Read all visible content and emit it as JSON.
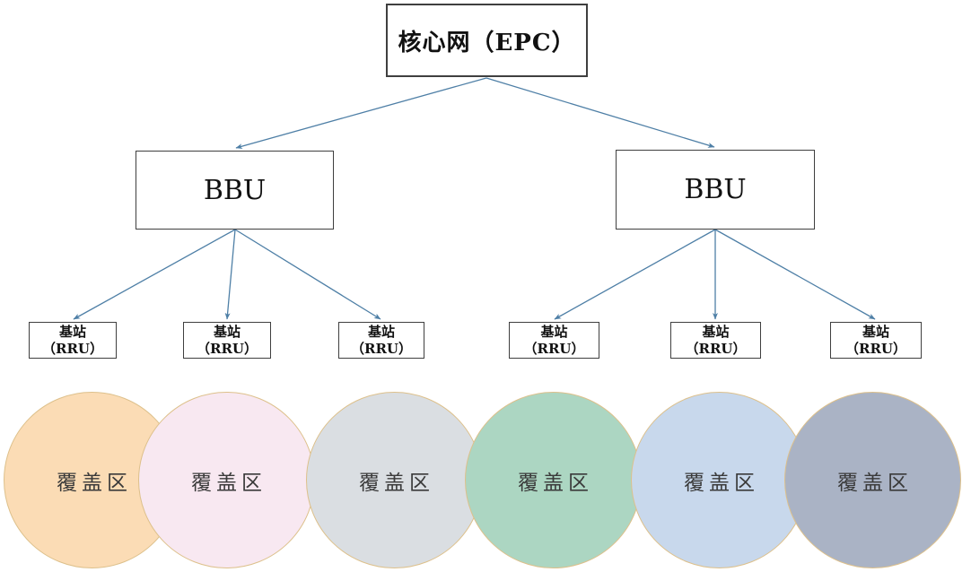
{
  "diagram": {
    "title_hint": "LTE network topology",
    "core_box": {
      "label": "核心网（EPC）"
    },
    "bbu_boxes": [
      {
        "label": "BBU"
      },
      {
        "label": "BBU"
      }
    ],
    "rru_boxes": [
      {
        "line1": "基站",
        "line2": "（RRU）"
      },
      {
        "line1": "基站",
        "line2": "（RRU）"
      },
      {
        "line1": "基站",
        "line2": "（RRU）"
      },
      {
        "line1": "基站",
        "line2": "（RRU）"
      },
      {
        "line1": "基站",
        "line2": "（RRU）"
      },
      {
        "line1": "基站",
        "line2": "（RRU）"
      }
    ],
    "coverage_circles": [
      {
        "label": "覆盖区",
        "fill": "#fbdcb5"
      },
      {
        "label": "覆盖区",
        "fill": "#f8e8f1"
      },
      {
        "label": "覆盖区",
        "fill": "#dadee2"
      },
      {
        "label": "覆盖区",
        "fill": "#acd6c2"
      },
      {
        "label": "覆盖区",
        "fill": "#c8d8ec"
      },
      {
        "label": "覆盖区",
        "fill": "#aab3c5"
      }
    ],
    "colors": {
      "arrow": "#4e7fa6",
      "box_border": "#3f3f3f",
      "circle_border": "#ddc08b"
    }
  }
}
